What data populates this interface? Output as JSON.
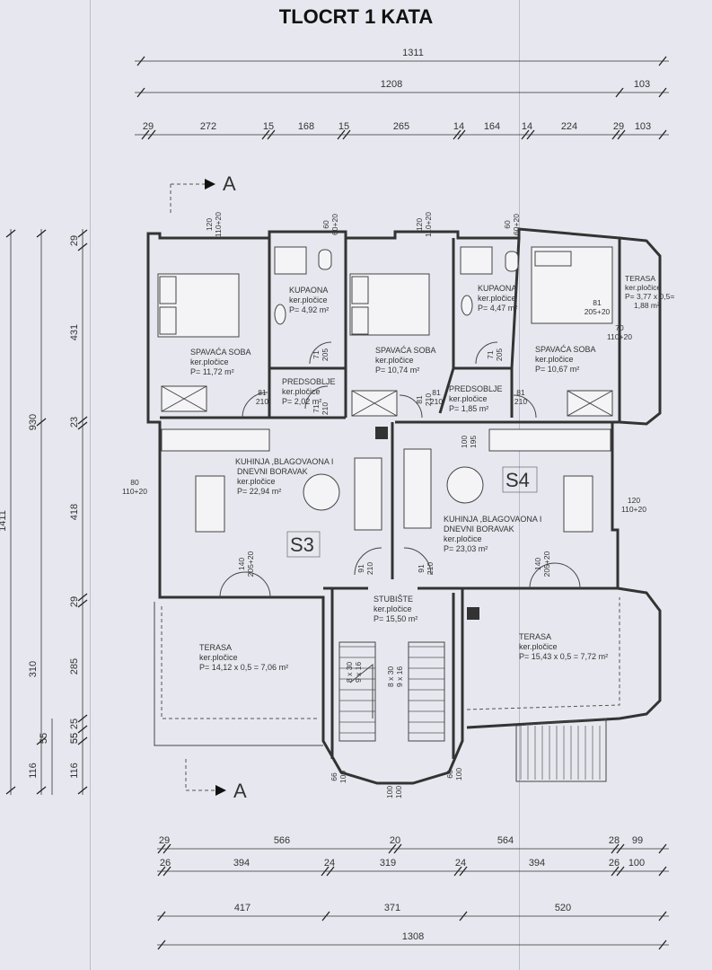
{
  "title": "TLOCRT 1 KATA",
  "section_label": "A",
  "top_dimensions": {
    "row1": [
      "1311"
    ],
    "row2": [
      "1208",
      "103"
    ],
    "row3": [
      "29",
      "272",
      "15",
      "168",
      "15",
      "265",
      "14",
      "164",
      "14",
      "224",
      "29",
      "103"
    ]
  },
  "bottom_dimensions": {
    "row1": [
      "29",
      "566",
      "20",
      "564",
      "28",
      "99"
    ],
    "row2": [
      "26",
      "394",
      "24",
      "319",
      "24",
      "394",
      "26",
      "100"
    ],
    "row3": [
      "417",
      "371",
      "520"
    ],
    "row4": [
      "1308"
    ]
  },
  "left_dimensions": {
    "outer": [
      "1411"
    ],
    "middle": [
      "930",
      "310",
      "116"
    ],
    "inner": [
      "29",
      "431",
      "23",
      "418",
      "29",
      "285",
      "55",
      "25",
      "55",
      "116"
    ]
  },
  "openings": [
    {
      "w": "120",
      "h": "110+20"
    },
    {
      "w": "60",
      "h": "60+20"
    },
    {
      "w": "120",
      "h": "110+20"
    },
    {
      "w": "60",
      "h": "60+20"
    },
    {
      "w": "81",
      "h": "205+20"
    },
    {
      "w": "70",
      "h": "110+20"
    },
    {
      "w": "71",
      "h": "205"
    },
    {
      "w": "71",
      "h": "205"
    },
    {
      "w": "81",
      "h": "210"
    },
    {
      "w": "81",
      "h": "210"
    },
    {
      "w": "81",
      "h": "210"
    },
    {
      "w": "71",
      "h": "210"
    },
    {
      "w": "81",
      "h": "210"
    },
    {
      "w": "100",
      "h": "195"
    },
    {
      "w": "80",
      "h": "110+20"
    },
    {
      "w": "120",
      "h": "110+20"
    },
    {
      "w": "140",
      "h": "205+20"
    },
    {
      "w": "140",
      "h": "205+20"
    },
    {
      "w": "91",
      "h": "210"
    },
    {
      "w": "91",
      "h": "210"
    },
    {
      "w": "66",
      "h": "100"
    },
    {
      "w": "66",
      "h": "100"
    },
    {
      "w": "100",
      "h": "100"
    }
  ],
  "rooms": [
    {
      "name": "SPAVAĆA SOBA",
      "floor": "ker.pločice",
      "area": "P= 11,72 m²"
    },
    {
      "name": "KUPAONA",
      "floor": "ker.pločice",
      "area": "P= 4,92 m²"
    },
    {
      "name": "PREDSOBLJE",
      "floor": "ker.pločice",
      "area": "P= 2,02 m²"
    },
    {
      "name": "SPAVAĆA SOBA",
      "floor": "ker.pločice",
      "area": "P= 10,74 m²"
    },
    {
      "name": "KUPAONA",
      "floor": "ker.pločice",
      "area": "P= 4,47 m²"
    },
    {
      "name": "PREDSOBLJE",
      "floor": "ker.pločice",
      "area": "P= 1,85 m²"
    },
    {
      "name": "SPAVAĆA SOBA",
      "floor": "ker.pločice",
      "area": "P= 10,67 m²"
    },
    {
      "name": "TERASA",
      "floor": "ker.pločice",
      "area": "P= 3,77 x 0,5=",
      "area2": "1,88 m²"
    },
    {
      "name": "KUHINJA ,BLAGOVAONA I",
      "name2": "DNEVNI BORAVAK",
      "floor": "ker.pločice",
      "area": "P= 22,94 m²"
    },
    {
      "name": "KUHINJA ,BLAGOVAONA I",
      "name2": "DNEVNI BORAVAK",
      "floor": "ker.pločice",
      "area": "P= 23,03 m²"
    },
    {
      "name": "STUBIŠTE",
      "floor": "ker.pločice",
      "area": "P= 15,50 m²"
    },
    {
      "name": "TERASA",
      "floor": "ker.pločice",
      "area": "P= 14,12 x 0,5 = 7,06  m²"
    },
    {
      "name": "TERASA",
      "floor": "ker.pločice",
      "area": "P= 15,43 x 0,5 = 7,72 m²"
    }
  ],
  "units": [
    "S3",
    "S4"
  ],
  "stairs": [
    "8 x 30",
    "9 x 16",
    "8 x 30",
    "9 x 16"
  ]
}
